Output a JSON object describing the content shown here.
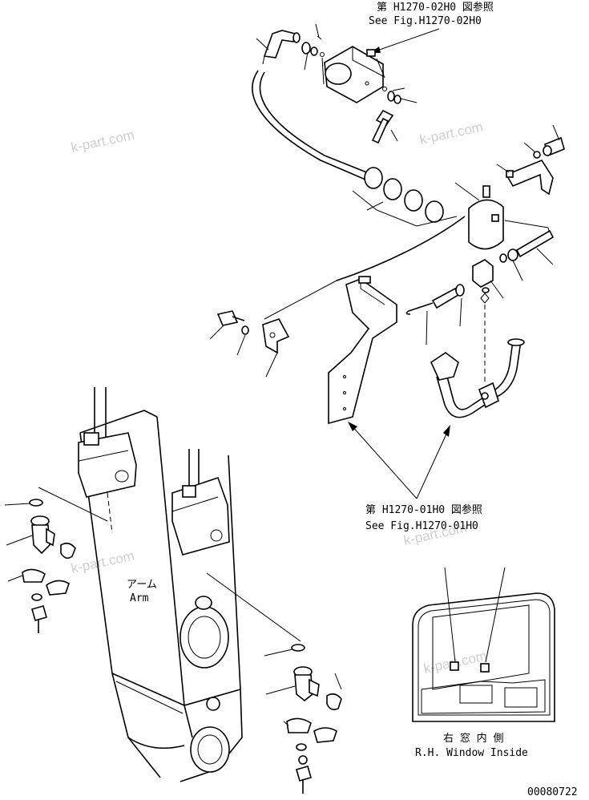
{
  "refs": {
    "top_jp": "第 H1270-02H0 図参照",
    "top_en": "See Fig.H1270-02H0",
    "mid_jp": "第 H1270-01H0 図参照",
    "mid_en": "See Fig.H1270-01H0"
  },
  "labels": {
    "arm_jp": "アーム",
    "arm_en": "Arm",
    "window_jp": "右 窓 内 側",
    "window_en": "R.H. Window Inside",
    "drawing_no": "00080722"
  },
  "watermark": "k-part.com"
}
